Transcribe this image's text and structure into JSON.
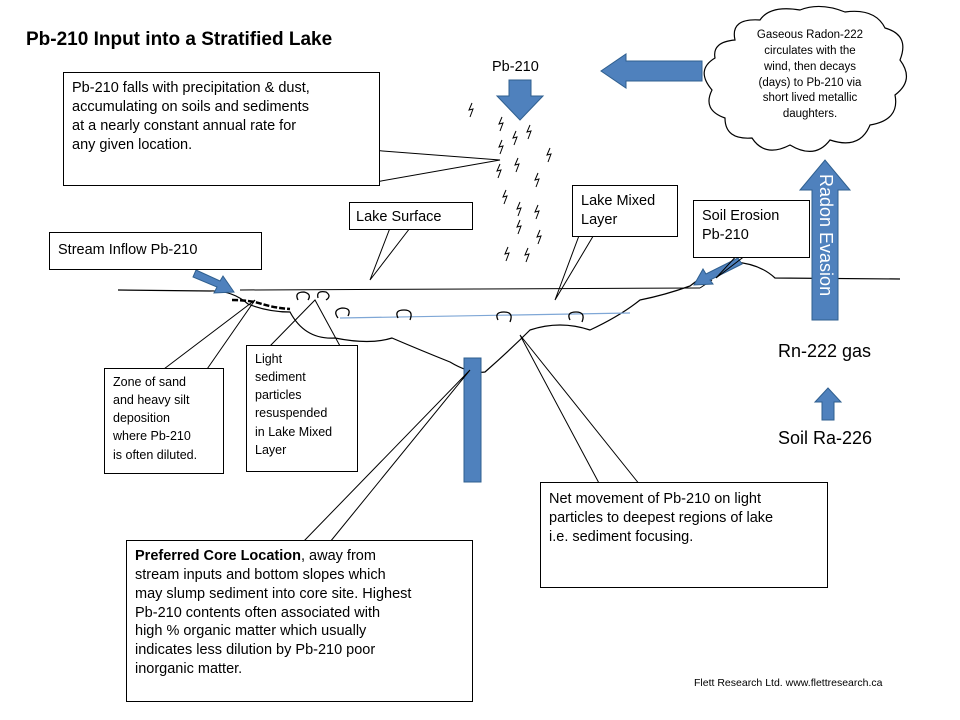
{
  "title": "Pb-210 Input into a Stratified Lake",
  "labels": {
    "pb210_top": "Pb-210",
    "precip_note": "Pb-210 falls with precipitation & dust,\naccumulating on soils and sediments\nat a nearly constant annual rate for\nany given location.",
    "lake_surface": "Lake Surface",
    "lake_mixed_layer": "Lake Mixed\nLayer",
    "soil_erosion": "Soil Erosion\nPb-210",
    "stream_inflow": "Stream Inflow Pb-210",
    "sand_zone": "Zone of sand\nand heavy silt\ndeposition\nwhere Pb-210\nis often diluted.",
    "light_sediment": "Light\nsediment\nparticles\nresuspended\nin Lake Mixed\nLayer",
    "radon_cloud": "Gaseous Radon-222\ncirculates with the\nwind, then decays\n(days) to Pb-210 via\nshort lived metallic\ndaughters.",
    "radon_evasion": "Radon Evasion",
    "rn222_gas": "Rn-222 gas",
    "soil_ra226": "Soil Ra-226",
    "net_movement": "Net movement of Pb-210 on light\nparticles to deepest regions of lake\ni.e. sediment focusing.",
    "core_bold": "Preferred Core Location",
    "core_rest": ", away from\nstream inputs and bottom slopes which\nmay slump sediment into core site.  Highest\nPb-210 contents often associated with\nhigh % organic matter which usually\nindicates less dilution by  Pb-210 poor\ninorganic matter.",
    "credit": "Flett Research Ltd.  www.flettresearch.ca"
  },
  "colors": {
    "arrow_fill": "#4f81bd",
    "arrow_stroke": "#2f5f8f",
    "water_line": "#7fa7d6",
    "ink": "#000000"
  }
}
